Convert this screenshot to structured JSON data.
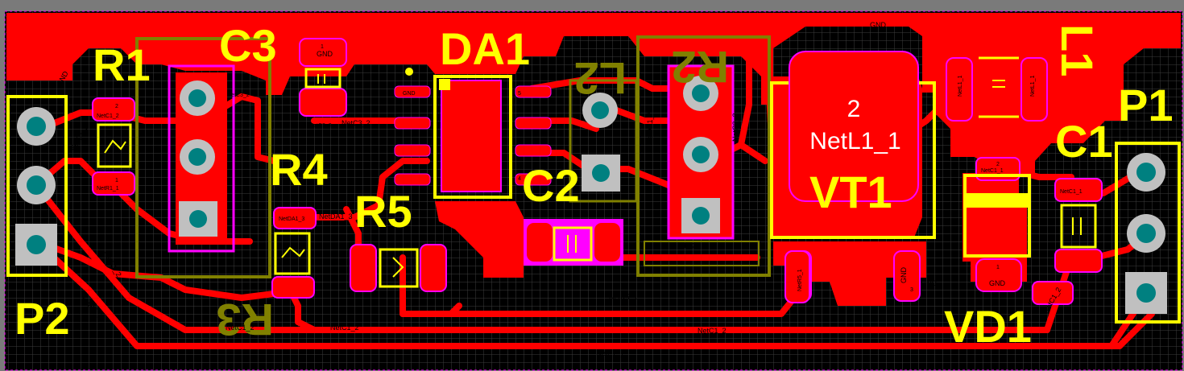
{
  "board": {
    "colors": {
      "background": "#000000",
      "copper": "#ff0000",
      "silk_top": "#ffff00",
      "silk_bottom": "#808000",
      "pad_hole": "#008080",
      "pad_ring": "#c0c0c0",
      "solder_mask": "#ff00ff",
      "grid": "#3a3a3a"
    }
  },
  "designators": {
    "R1": "R1",
    "C3": "C3",
    "DA1": "DA1",
    "L2": "L2",
    "R2": "R2",
    "L1": "L1",
    "P1": "P1",
    "C1": "C1",
    "R4": "R4",
    "R5": "R5",
    "C2": "C2",
    "VT1": "VT1",
    "P2": "P2",
    "R3": "R3",
    "VD1": "VD1"
  },
  "nets": {
    "gnd_top": "GND",
    "gnd_left": "GND",
    "gnd_r2": "GND",
    "gnd_vt1_3": "GND",
    "gnd_vd1_1": "GND",
    "gnd_vd1_l": "GND",
    "gnd_c3": "GND",
    "gnd_da1": "GND",
    "netc1_2_a": "NetC1_2",
    "netc1_2_b": "NetC1_2",
    "netc1_2_c": "NetC1_2",
    "netc1_2_d": "NetC1_2",
    "netc1_2_e": "NetC1_2",
    "netc1_2_f": "NetC1_2",
    "netc1_2_g": "NetC1_2",
    "netc1_1": "NetC1_1",
    "netc1_1_b": "NetC1_1",
    "netr1_1": "NetR1_1",
    "netc3_2": "NetC3_2",
    "netc3_2_b": "NetC3_2",
    "netc3_2_c": "NetC3_2",
    "netc3_2_d": "NetC3_2",
    "netda1_3": "NetDA1_3",
    "netda1_3_b": "NetDA1_3",
    "netda1_7": "NetDA1_7",
    "netr5_1": "NetR5_1",
    "netr5_1_b": "NetR5_1",
    "netp1_1": "NetP1_1",
    "netp1_1_b": "NetP1_1",
    "netl1_1_small": "NetL1_1",
    "netl1_1_r": "NetL1_1",
    "netl1_1_big": "NetL1_1",
    "vt1_pad_num": "2"
  },
  "pad_numbers": {
    "one": "1",
    "two": "2",
    "three": "3",
    "four": "4",
    "five": "5"
  }
}
